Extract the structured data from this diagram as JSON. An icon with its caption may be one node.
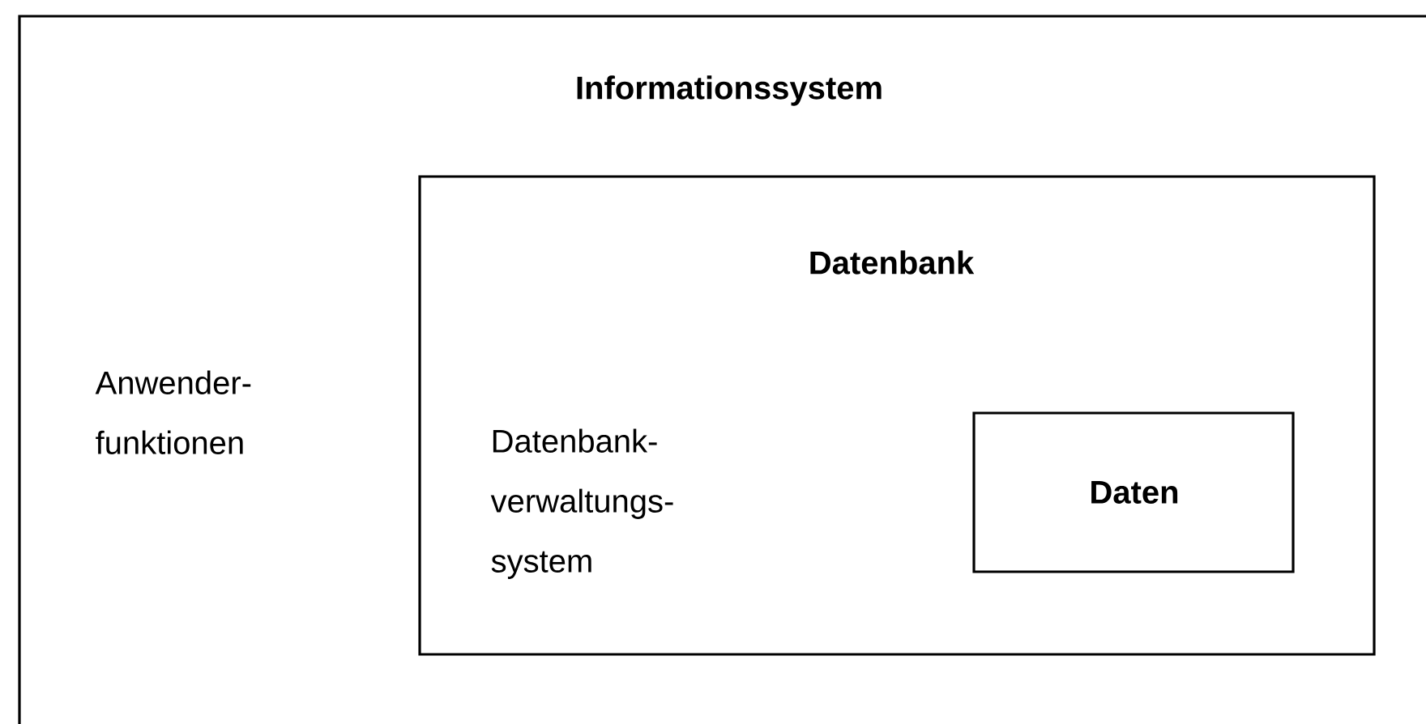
{
  "diagram": {
    "nodes": [
      {
        "text": [
          "Informationssystem",
          "Anwender- funktionen"
        ]
      },
      {
        "text": [
          "Datenbank",
          "Datenbank- verwaltungs- system"
        ],
        "in": 0
      },
      {
        "text": [
          "Daten"
        ],
        "in": 1
      }
    ]
  }
}
